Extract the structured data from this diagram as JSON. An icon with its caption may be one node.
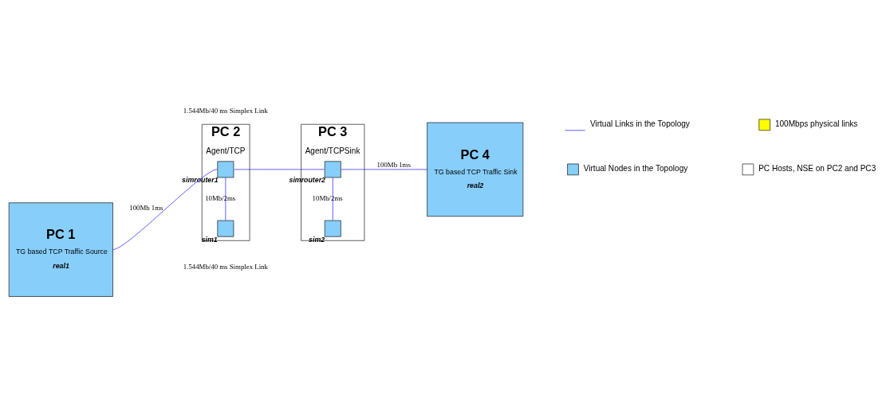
{
  "diagram": {
    "nodes": [
      {
        "text": [
          "PC 1",
          "TG based TCP Traffic Source",
          "real1"
        ]
      },
      {
        "text": [
          "PC 2",
          "Agent/TCP"
        ]
      },
      {
        "text": [],
        "shape": "box",
        "beside": [
          "sim1"
        ],
        "in": 1
      },
      {
        "text": [],
        "shape": "box",
        "beside": [
          "simrouter1"
        ],
        "in": 1
      },
      {
        "text": [
          "PC 3",
          "Agent/TCPSink"
        ]
      },
      {
        "text": [],
        "shape": "box",
        "beside": [
          "sim2"
        ],
        "in": 4
      },
      {
        "text": [],
        "shape": "box",
        "beside": [
          "simrouter2"
        ],
        "in": 4
      },
      {
        "text": [
          "PC 4",
          "TG based TCP Traffic Sink",
          "real2"
        ]
      }
    ],
    "edges": [
      {
        "from": 0,
        "to": 3,
        "arrow": "none",
        "label": "100Mb 1ms"
      },
      {
        "from": 2,
        "to": 3,
        "arrow": "none",
        "label": "10Mb/2ms"
      },
      {
        "from": 3,
        "to": 6,
        "arrow": "none"
      },
      {
        "from": 5,
        "to": 6,
        "arrow": "none",
        "label": "10Mb/2ms"
      },
      {
        "from": 6,
        "to": 7,
        "arrow": "none",
        "label": "100Mb 1ms"
      }
    ],
    "labels": [
      "1.544Mb/40 ms Simplex Link",
      "1.544Mb/40 ms Simplex Link"
    ],
    "legend": [
      {
        "text": "Virtual Nodes in the Topology",
        "color": "#87cefa"
      },
      {
        "text": "PC Hosts, NSE on PC2 and PC3",
        "color": "#ffffff"
      },
      {
        "text": "Virtual Links in the Topology"
      },
      {
        "text": "100Mbps physical links",
        "color": "#ffff00"
      }
    ]
  }
}
